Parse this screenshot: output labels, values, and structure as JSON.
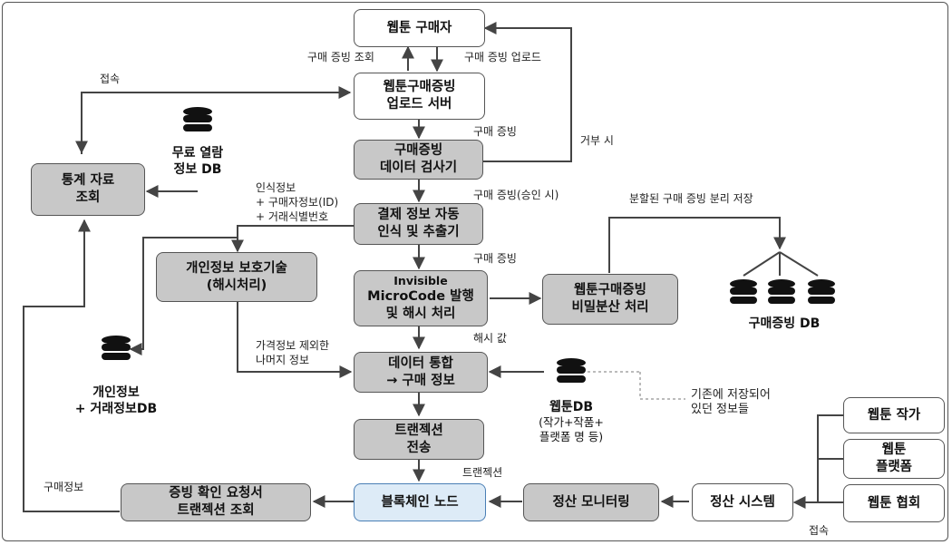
{
  "nodes": {
    "buyer": "웹툰 구매자",
    "upload_l1": "웹툰구매증빙",
    "upload_l2": "업로드 서버",
    "inspect_l1": "구매증빙",
    "inspect_l2": "데이터 검사기",
    "stats_l1": "통계 자료",
    "stats_l2": "조회",
    "payment_l1": "결제 정보 자동",
    "payment_l2": "인식 및 추출기",
    "privacy_l1": "개인정보 보호기술",
    "privacy_l2": "(해시처리)",
    "microcode_l1": "Invisible",
    "microcode_l2": "MicroCode 발행",
    "microcode_l3": "및 해시 처리",
    "secret_l1": "웹툰구매증빙",
    "secret_l2": "비밀분산 처리",
    "integrate_l1": "데이터 통합",
    "integrate_l2": "→ 구매 정보",
    "txsend_l1": "트랜젝션",
    "txsend_l2": "전송",
    "blockchain": "블록체인 노드",
    "settle_monitor": "정산 모니터링",
    "settle_system": "정산 시스템",
    "request_l1": "증빙 확인 요청서",
    "request_l2": "트랜젝션 조회",
    "author": "웹툰 작가",
    "platform_l1": "웹툰",
    "platform_l2": "플랫폼",
    "association": "웹툰 협회"
  },
  "databases": {
    "free_l1": "무료 열람",
    "free_l2": "정보 DB",
    "personal_l1": "개인정보",
    "personal_l2": "+ 거래정보DB",
    "purchase": "구매증빙 DB",
    "webtoon_l1": "웹툰DB",
    "webtoon_l2": "(작가+작품+",
    "webtoon_l3": "플랫폼 명 등)"
  },
  "labels": {
    "view_proof": "구매 증빙 조회",
    "upload_proof": "구매 증빙 업로드",
    "access_top": "접속",
    "purchase_proof_1": "구매 증빙",
    "on_reject": "거부 시",
    "purchase_proof_approved": "구매 증빙(승인 시)",
    "recog_1": "인식정보",
    "recog_2": "+ 구매자정보(ID)",
    "recog_3": "+ 거래식별번호",
    "split_store": "분할된 구매 증빙 분리 저장",
    "purchase_proof_2": "구매 증빙",
    "hash_value": "해시 값",
    "excl_price_1": "가격정보 제외한",
    "excl_price_2": "나머지 정보",
    "existing_1": "기존에 저장되어",
    "existing_2": "있던 정보들",
    "transaction": "트랜젝션",
    "purchase_info": "구매정보",
    "access_bottom": "접속"
  }
}
